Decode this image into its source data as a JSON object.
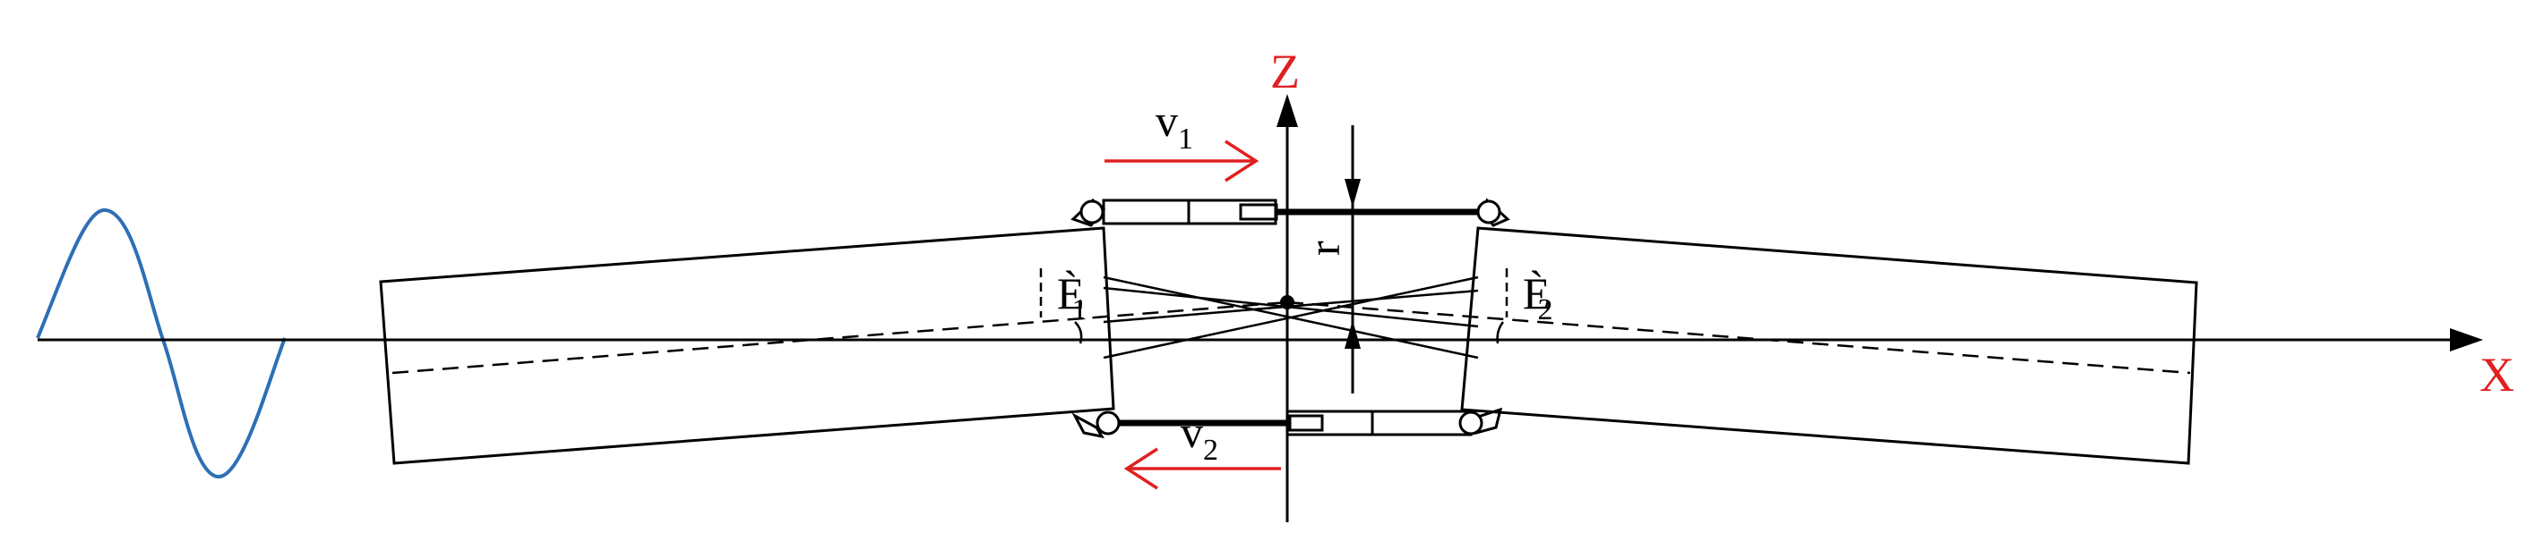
{
  "axes": {
    "x_label": "X",
    "z_label": "Z"
  },
  "velocities": {
    "v1": {
      "symbol": "v",
      "subscript": "1"
    },
    "v2": {
      "symbol": "v",
      "subscript": "2"
    }
  },
  "angles": {
    "theta1": {
      "symbol": "È",
      "subscript": "1"
    },
    "theta2": {
      "symbol": "È",
      "subscript": "2"
    }
  },
  "radius_label": "r",
  "colors": {
    "axis_label": "#e02020",
    "velocity_arrow": "#e02020",
    "wave": "#2e6fb5",
    "line": "#000000"
  }
}
